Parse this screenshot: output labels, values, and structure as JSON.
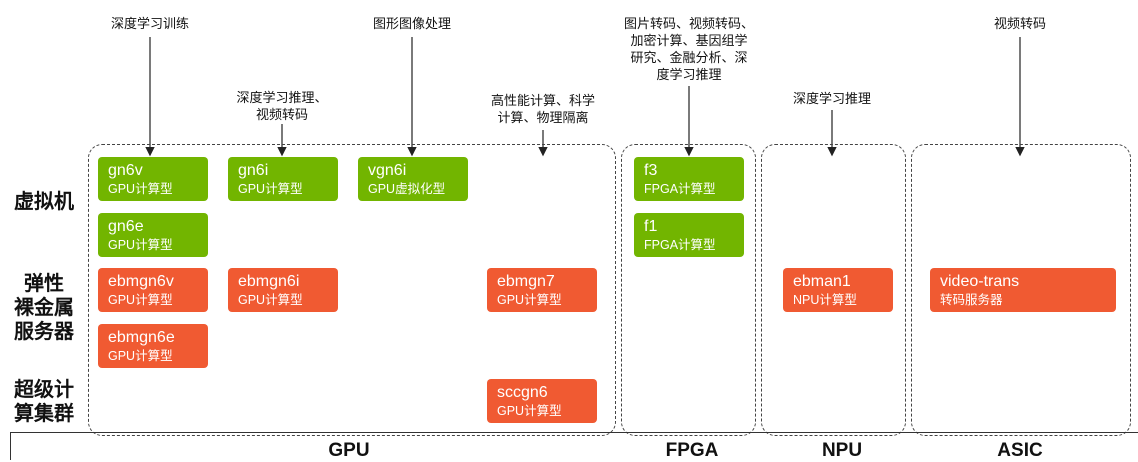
{
  "row_labels": {
    "vm": "虚拟机",
    "bare_metal": "弹性\n裸金属\n服务器",
    "scc": "超级计\n算集群"
  },
  "annotations": {
    "dl_training": "深度学习训练",
    "dl_inference_video": "深度学习推理、\n视频转码",
    "graphics": "图形图像处理",
    "hpc": "高性能计算、科学\n计算、物理隔离",
    "fpga_uses": "图片转码、视频转码、\n加密计算、基因组学\n研究、金融分析、深\n度学习推理",
    "npu_uses": "深度学习推理",
    "asic_uses": "视频转码"
  },
  "categories": {
    "gpu": "GPU",
    "fpga": "FPGA",
    "npu": "NPU",
    "asic": "ASIC"
  },
  "colors": {
    "virtual": "#72b500",
    "bare_metal": "#f05a32",
    "border": "#444444"
  },
  "instances": {
    "gn6v": {
      "name": "gn6v",
      "type": "GPU计算型"
    },
    "gn6i": {
      "name": "gn6i",
      "type": "GPU计算型"
    },
    "vgn6i": {
      "name": "vgn6i",
      "type": "GPU虚拟化型"
    },
    "gn6e": {
      "name": "gn6e",
      "type": "GPU计算型"
    },
    "ebmgn6v": {
      "name": "ebmgn6v",
      "type": "GPU计算型"
    },
    "ebmgn6i": {
      "name": "ebmgn6i",
      "type": "GPU计算型"
    },
    "ebmgn7": {
      "name": "ebmgn7",
      "type": "GPU计算型"
    },
    "ebmgn6e": {
      "name": "ebmgn6e",
      "type": "GPU计算型"
    },
    "sccgn6": {
      "name": "sccgn6",
      "type": "GPU计算型"
    },
    "f3": {
      "name": "f3",
      "type": "FPGA计算型"
    },
    "f1": {
      "name": "f1",
      "type": "FPGA计算型"
    },
    "ebman1": {
      "name": "ebman1",
      "type": "NPU计算型"
    },
    "video_trans": {
      "name": "video-trans",
      "type": "转码服务器"
    }
  }
}
